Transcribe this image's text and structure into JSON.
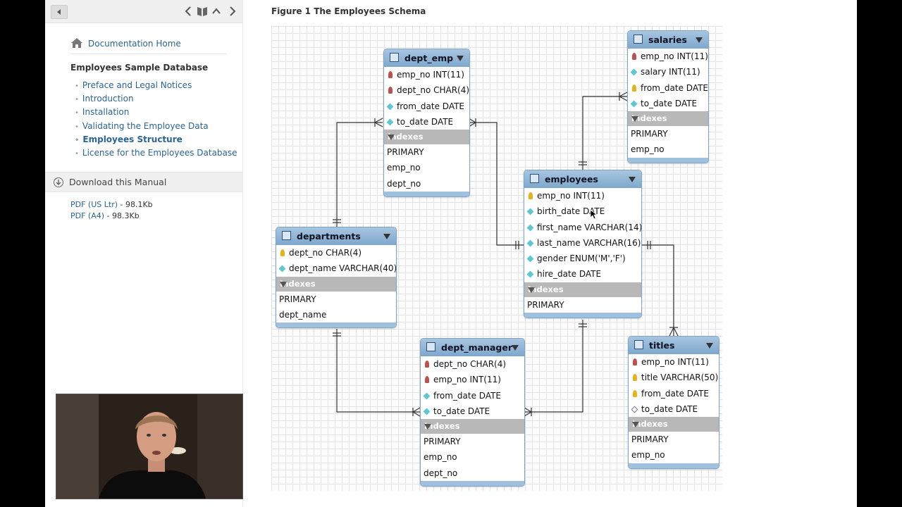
{
  "sidebar": {
    "doc_home": "Documentation Home",
    "section_title": "Employees Sample Database",
    "nav_items": [
      {
        "label": "Preface and Legal Notices"
      },
      {
        "label": "Introduction"
      },
      {
        "label": "Installation"
      },
      {
        "label": "Validating the Employee Data"
      },
      {
        "label": "Employees Structure",
        "active": true
      },
      {
        "label": "License for the Employees Database"
      }
    ],
    "download_label": "Download this Manual",
    "pdfs": [
      {
        "link": "PDF (US Ltr)",
        "size": " - 98.1Kb"
      },
      {
        "link": "PDF (A4)",
        "size": " - 98.3Kb"
      }
    ]
  },
  "figure": {
    "title": "Figure 1 The Employees Schema"
  },
  "diagram": {
    "indexes_label": "Indexes",
    "tables": {
      "dept_emp": {
        "name": "dept_emp",
        "columns": [
          {
            "text": "emp_no INT(11)",
            "key": "fk"
          },
          {
            "text": "dept_no CHAR(4)",
            "key": "fk"
          },
          {
            "text": "from_date DATE",
            "key": "col"
          },
          {
            "text": "to_date DATE",
            "key": "col"
          }
        ],
        "indexes": [
          "PRIMARY",
          "emp_no",
          "dept_no"
        ]
      },
      "salaries": {
        "name": "salaries",
        "columns": [
          {
            "text": "emp_no INT(11)",
            "key": "fk"
          },
          {
            "text": "salary INT(11)",
            "key": "col"
          },
          {
            "text": "from_date DATE",
            "key": "pk"
          },
          {
            "text": "to_date DATE",
            "key": "col"
          }
        ],
        "indexes": [
          "PRIMARY",
          "emp_no"
        ]
      },
      "employees": {
        "name": "employees",
        "columns": [
          {
            "text": "emp_no INT(11)",
            "key": "pk"
          },
          {
            "text": "birth_date DATE",
            "key": "col"
          },
          {
            "text": "first_name VARCHAR(14)",
            "key": "col"
          },
          {
            "text": "last_name VARCHAR(16)",
            "key": "col"
          },
          {
            "text": "gender ENUM('M','F')",
            "key": "col"
          },
          {
            "text": "hire_date DATE",
            "key": "col"
          }
        ],
        "indexes": [
          "PRIMARY"
        ]
      },
      "departments": {
        "name": "departments",
        "columns": [
          {
            "text": "dept_no CHAR(4)",
            "key": "pk"
          },
          {
            "text": "dept_name VARCHAR(40)",
            "key": "col"
          }
        ],
        "indexes": [
          "PRIMARY",
          "dept_name"
        ]
      },
      "dept_manager": {
        "name": "dept_manager",
        "columns": [
          {
            "text": "dept_no CHAR(4)",
            "key": "fk"
          },
          {
            "text": "emp_no INT(11)",
            "key": "fk"
          },
          {
            "text": "from_date DATE",
            "key": "col"
          },
          {
            "text": "to_date DATE",
            "key": "col"
          }
        ],
        "indexes": [
          "PRIMARY",
          "emp_no",
          "dept_no"
        ]
      },
      "titles": {
        "name": "titles",
        "columns": [
          {
            "text": "emp_no INT(11)",
            "key": "fk"
          },
          {
            "text": "title VARCHAR(50)",
            "key": "pk"
          },
          {
            "text": "from_date DATE",
            "key": "pk"
          },
          {
            "text": "to_date DATE",
            "key": "colw"
          }
        ],
        "indexes": [
          "PRIMARY",
          "emp_no"
        ]
      }
    }
  }
}
